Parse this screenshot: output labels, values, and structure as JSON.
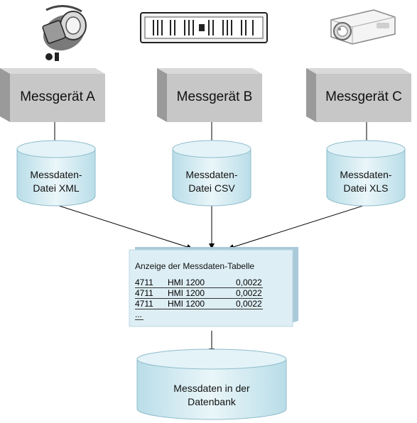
{
  "devices": [
    {
      "label": "Messgerät A",
      "icon": "stage-spotlight-icon"
    },
    {
      "label": "Messgerät B",
      "icon": "rack-amplifier-icon"
    },
    {
      "label": "Messgerät C",
      "icon": "projector-icon"
    }
  ],
  "files": [
    {
      "line1": "Messdaten-",
      "line2": "Datei XML"
    },
    {
      "line1": "Messdaten-",
      "line2": "Datei CSV"
    },
    {
      "line1": "Messdaten-",
      "line2": "Datei XLS"
    }
  ],
  "table": {
    "title": "Anzeige der Messdaten-Tabelle",
    "rows": [
      {
        "id": "4711",
        "name": "HMI 1200",
        "value": "0,0022"
      },
      {
        "id": "4711",
        "name": "HMI 1200",
        "value": "0,0022"
      },
      {
        "id": "4711",
        "name": "HMI 1200",
        "value": "0,0022"
      }
    ],
    "ellipsis": "..."
  },
  "database": {
    "line1": "Messdaten in der",
    "line2": "Datenbank"
  },
  "colors": {
    "box_front": "#c7c7c7",
    "box_top": "#9a9a9a",
    "cylinder_light": "#eaf6f9",
    "cylinder_dark": "#b9dde8",
    "doc_fill": "#ddeef5",
    "doc_back": "#a9c9d9"
  }
}
